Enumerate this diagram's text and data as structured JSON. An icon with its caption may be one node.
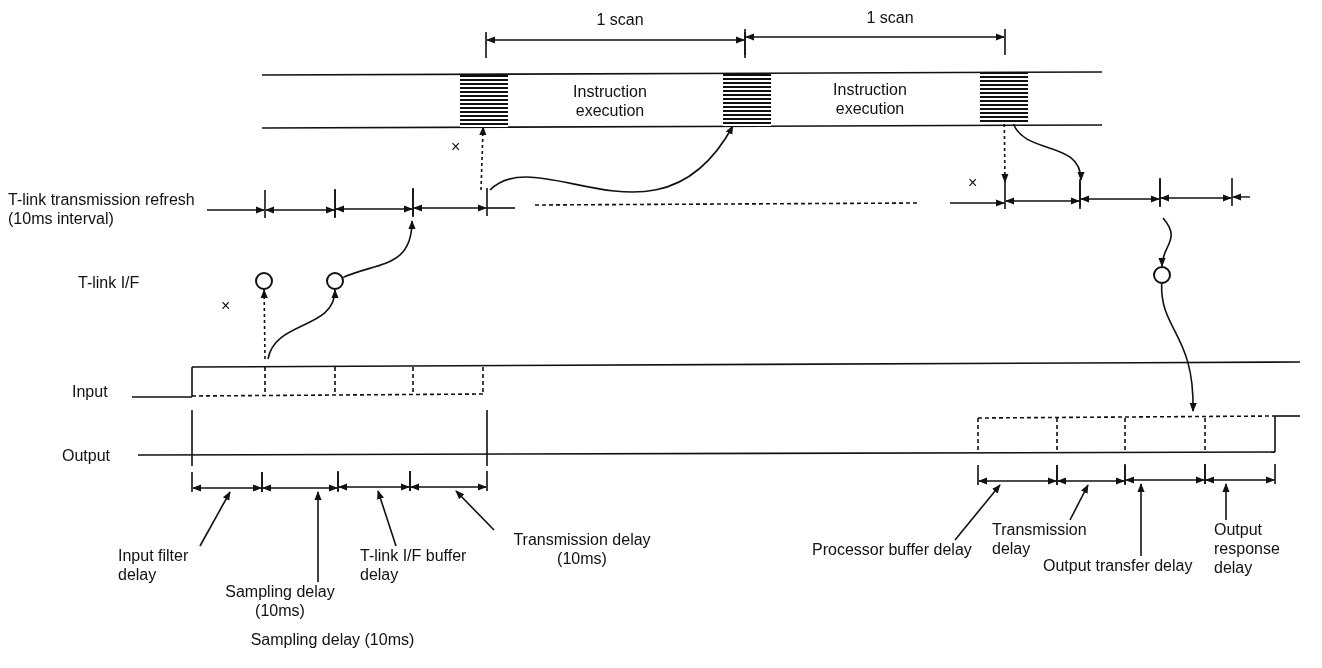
{
  "diagram": {
    "nodes": [
      {
        "text": [],
        "shape": "bar"
      },
      {
        "text": [],
        "shape": "bar"
      },
      {
        "text": [],
        "shape": "bar"
      },
      {
        "text": [],
        "shape": "circle"
      },
      {
        "text": [],
        "shape": "circle"
      },
      {
        "text": [],
        "shape": "circle"
      },
      {
        "text": [
          "Input"
        ]
      },
      {
        "text": [
          "Output"
        ]
      },
      {
        "text": [],
        "shape": "line"
      },
      {
        "text": [],
        "shape": "line"
      },
      {
        "text": [],
        "shape": "line"
      },
      {
        "text": [],
        "shape": "line"
      },
      {
        "text": [],
        "shape": "line"
      },
      {
        "text": [],
        "shape": "line"
      },
      {
        "text": [],
        "shape": "line"
      },
      {
        "text": [],
        "shape": "line"
      },
      {
        "text": [
          "Input filter delay"
        ]
      },
      {
        "text": [
          "Sampling delay (10ms)"
        ]
      },
      {
        "text": [
          "T-link I/F buffer delay"
        ]
      },
      {
        "text": [
          "Transmission delay (10ms)"
        ]
      },
      {
        "text": [
          "Processor buffer delay"
        ]
      },
      {
        "text": [
          "Transmission delay"
        ]
      },
      {
        "text": [
          "Output transfer delay"
        ]
      },
      {
        "text": [
          "Output response delay"
        ]
      }
    ],
    "edges": [
      {
        "from": null,
        "to": 0,
        "arrow": "to",
        "style": "dashed"
      },
      {
        "from": null,
        "to": 1,
        "arrow": "to"
      },
      {
        "from": 2,
        "to": null,
        "arrow": "to",
        "style": "dashed"
      },
      {
        "from": 2,
        "to": null,
        "arrow": "to"
      },
      {
        "from": 6,
        "to": 3,
        "arrow": "to",
        "style": "dashed"
      },
      {
        "from": 6,
        "to": 4,
        "arrow": "to"
      },
      {
        "from": 4,
        "to": null,
        "arrow": "to"
      },
      {
        "from": null,
        "to": 5,
        "arrow": "to"
      },
      {
        "from": 5,
        "to": 7,
        "arrow": "to"
      },
      {
        "from": 16,
        "to": 8,
        "arrow": "to"
      },
      {
        "from": 17,
        "to": 9,
        "arrow": "to"
      },
      {
        "from": 18,
        "to": 10,
        "arrow": "to"
      },
      {
        "from": 19,
        "to": 11,
        "arrow": "to"
      },
      {
        "from": 20,
        "to": 12,
        "arrow": "to"
      },
      {
        "from": 21,
        "to": 13,
        "arrow": "to"
      },
      {
        "from": 22,
        "to": 14,
        "arrow": "to"
      },
      {
        "from": 23,
        "to": 15,
        "arrow": "to"
      }
    ],
    "labels": [
      "1 scan",
      "1 scan",
      "Instruction execution",
      "Instruction execution",
      "×",
      "T-link transmission refresh (10ms interval)",
      "×",
      "T-link I/F",
      "×",
      "Sampling delay (10ms)"
    ]
  }
}
